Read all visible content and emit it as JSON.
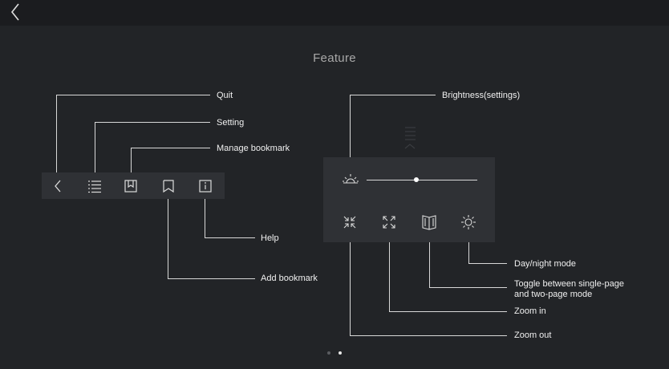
{
  "page": {
    "title": "Feature"
  },
  "labels": {
    "quit": "Quit",
    "setting": "Setting",
    "manage_bookmark": "Manage bookmark",
    "help": "Help",
    "add_bookmark": "Add bookmark",
    "brightness": "Brightness(settings)",
    "day_night": "Day/night mode",
    "toggle_line1": "Toggle between single-page",
    "toggle_line2": "and two-page mode",
    "zoom_in": "Zoom in",
    "zoom_out": "Zoom out"
  },
  "brightness_level": 0.45,
  "pagination": {
    "total": 2,
    "current": 2
  },
  "colors": {
    "background": "#222427",
    "topbar": "#1b1c1f",
    "panel": "#2f3135",
    "text": "#f0f0f0",
    "muted": "#a8a8a8"
  }
}
